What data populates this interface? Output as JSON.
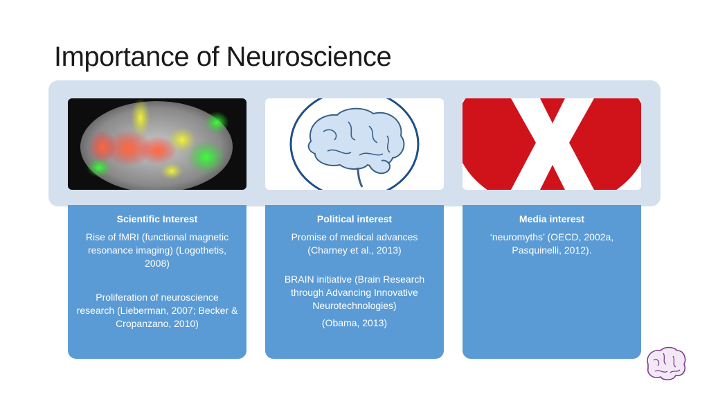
{
  "slide": {
    "title": "Importance of Neuroscience"
  },
  "columns": [
    {
      "heading": "Scientific Interest",
      "paragraphs": [
        "Rise of fMRI (functional magnetic resonance imaging) (Logothetis, 2008)",
        "Proliferation of neuroscience research (Lieberman, 2007; Becker & Cropanzano, 2010)"
      ],
      "icon": "fmri-brain-scan-image"
    },
    {
      "heading": "Political interest",
      "paragraphs": [
        "Promise of medical advances (Charney et al., 2013)",
        "BRAIN initiative (Brain Research through Advancing Innovative Neurotechnologies)",
        "(Obama, 2013)"
      ],
      "icon": "brain-drawing-image"
    },
    {
      "heading": "Media interest",
      "paragraphs": [
        "‘neuromyths’ (OECD, 2002a, Pasquinelli, 2012)."
      ],
      "icon": "red-x-image"
    }
  ],
  "colors": {
    "band": "#d5e0ee",
    "card": "#5b9bd5",
    "title": "#1a1a1a",
    "red_x": "#d0121b"
  }
}
